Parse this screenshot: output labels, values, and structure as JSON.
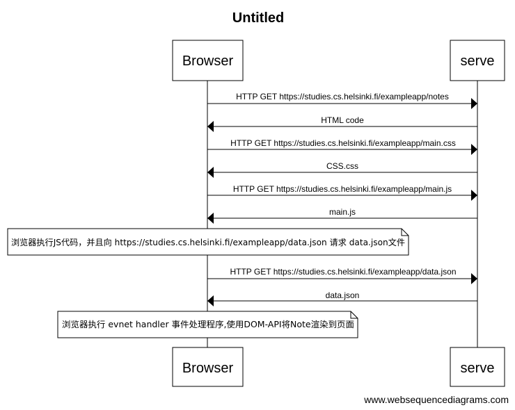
{
  "title": "Untitled",
  "actors": {
    "browser": {
      "label": "Browser"
    },
    "server": {
      "label": "serve"
    }
  },
  "messages": [
    {
      "from": "browser",
      "to": "server",
      "label": "HTTP GET  https://studies.cs.helsinki.fi/exampleapp/notes"
    },
    {
      "from": "server",
      "to": "browser",
      "label": "HTML code"
    },
    {
      "from": "browser",
      "to": "server",
      "label": "HTTP GET https://studies.cs.helsinki.fi/exampleapp/main.css"
    },
    {
      "from": "server",
      "to": "browser",
      "label": "CSS.css"
    },
    {
      "from": "browser",
      "to": "server",
      "label": "HTTP GET https://studies.cs.helsinki.fi/exampleapp/main.js"
    },
    {
      "from": "server",
      "to": "browser",
      "label": "main.js"
    },
    {
      "from": "browser",
      "to": "server",
      "label": "HTTP GET https://studies.cs.helsinki.fi/exampleapp/data.json"
    },
    {
      "from": "server",
      "to": "browser",
      "label": "data.json"
    }
  ],
  "notes": [
    {
      "label": "浏览器执行JS代码，并且向 https://studies.cs.helsinki.fi/exampleapp/data.json 请求 data.json文件"
    },
    {
      "label": "浏览器执行 evnet handler 事件处理程序,使用DOM-API将Note渲染到页面"
    }
  ],
  "footer": "www.websequencediagrams.com"
}
